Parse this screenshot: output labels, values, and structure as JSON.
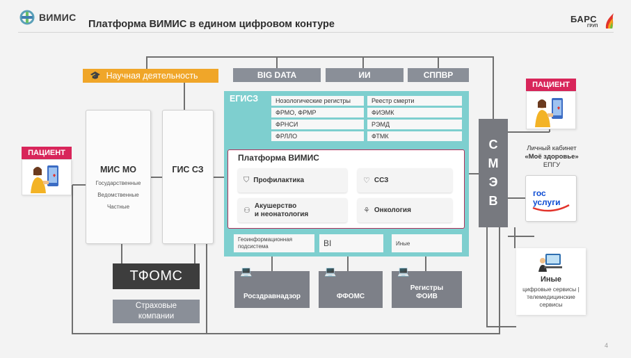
{
  "header": {
    "logo_text": "ВИМИС",
    "title": "Платформа ВИМИС в едином цифровом контуре",
    "brand_main": "БАРС",
    "brand_sub": "ГРУП"
  },
  "top_labels": {
    "science": "Научная деятельность",
    "bigdata": "BIG DATA",
    "ai": "ИИ",
    "dss": "СППВР"
  },
  "patient_left": {
    "label": "ПАЦИЕНТ"
  },
  "patient_right": {
    "label": "ПАЦИЕНТ"
  },
  "mis": {
    "title": "МИС МО",
    "lines": [
      "Государственные",
      "Ведомственные",
      "Частные"
    ]
  },
  "gis": {
    "title": "ГИС СЗ"
  },
  "tfoms": {
    "label": "ТФОМС"
  },
  "insurance": {
    "line1": "Страховые",
    "line2": "компании"
  },
  "egisz": {
    "label": "ЕГИСЗ",
    "registries_left": [
      "Нозологические регистры",
      "ФРМО, ФРМР",
      "ФРНСИ",
      "ФРЛЛО"
    ],
    "registries_right": [
      "Реестр смерти",
      "ФИЭМК",
      "РЭМД",
      "ФТМК"
    ]
  },
  "vimis": {
    "label": "Платформа ВИМИС",
    "directions": [
      {
        "label": "Профилактика",
        "icon": "shield-icon"
      },
      {
        "label": "ССЗ",
        "icon": "heart-pulse-icon"
      },
      {
        "line1": "Акушерство",
        "line2": "и неонатология",
        "icon": "mother-child-icon"
      },
      {
        "label": "Онкология",
        "icon": "ribbon-icon"
      }
    ]
  },
  "subsystems": {
    "geo_line1": "Геоинформационная",
    "geo_line2": "подсистема",
    "bi": "BI",
    "other": "Иные"
  },
  "dest": {
    "rzn": "Росздравнадзор",
    "ffoms": "ФФОМС",
    "foiv_line1": "Регистры",
    "foiv_line2": "ФОИВ"
  },
  "smev": {
    "letters": [
      "С",
      "М",
      "Э",
      "В"
    ]
  },
  "lk": {
    "line1": "Личный кабинет",
    "line2": "«Моё здоровье»",
    "line3": "ЕПГУ"
  },
  "gosuslugi": {
    "line1": "гос",
    "line2": "услуги"
  },
  "other_services": {
    "title": "Иные",
    "line1": "цифровые сервисы |",
    "line2": "телемедицинские",
    "line3": "сервисы"
  },
  "page": {
    "number": "4"
  },
  "colors": {
    "teal": "#7ecfcf",
    "crimson": "#b0305a",
    "pink": "#d8255a",
    "orange": "#f0a629",
    "grey": "#8a8f98",
    "dark": "#3d3d3d"
  }
}
